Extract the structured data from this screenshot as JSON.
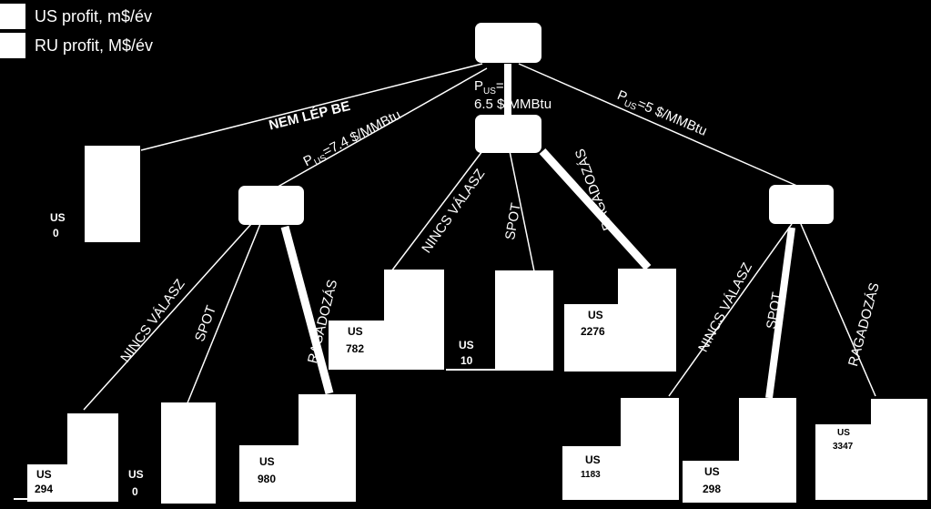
{
  "legend": {
    "us_label": "US profit, m$/év",
    "ru_label": "RU profit, M$/év"
  },
  "colors": {
    "background": "#000000",
    "foreground": "#ffffff"
  },
  "branches": {
    "nem_lep_be": "NEM LÉP BE",
    "p_prefix": "P",
    "p_sub": "US",
    "p74_suffix": "=7.4 $/MMBtu",
    "p65_line1": "=",
    "p65_line2": "6.5 $/MMBtu",
    "p5_suffix": "=5 $/MMBtu"
  },
  "responses": {
    "nincs_valasz": "NINCS VÁLASZ",
    "spot": "SPOT",
    "ragadozas": "RAGADOZÁS"
  },
  "leaves": {
    "nem_lep_be": {
      "us_label": "US",
      "us_value": "0"
    },
    "p74_nincs": {
      "us_label": "US",
      "us_value": "294"
    },
    "p74_spot": {
      "us_label": "US",
      "us_value": "0"
    },
    "p74_ragadozas": {
      "us_label": "US",
      "us_value": "980"
    },
    "p65_nincs": {
      "us_label": "US",
      "us_value": "782"
    },
    "p65_spot": {
      "us_label": "US",
      "us_value": "10"
    },
    "p65_ragadozas": {
      "us_label": "US",
      "us_value": "2276"
    },
    "p5_nincs": {
      "us_label": "US",
      "us_value": "1183"
    },
    "p5_spot": {
      "us_label": "US",
      "us_value": "298"
    },
    "p5_ragadozas": {
      "us_label": "US",
      "us_value": "3347"
    }
  }
}
